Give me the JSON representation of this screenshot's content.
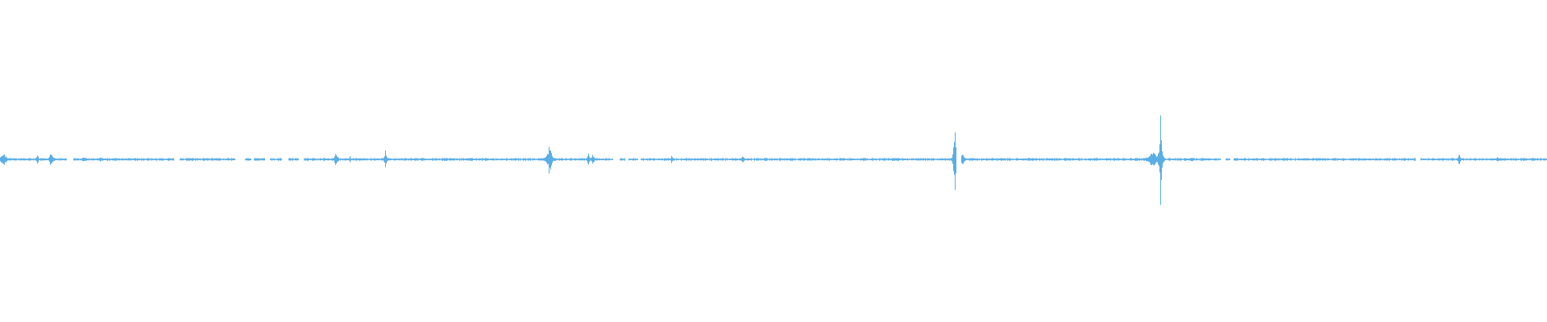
{
  "waveform": {
    "color": "#5aaee6",
    "background": "#ffffff",
    "amplitude_range": [
      -1,
      1
    ],
    "duration_fraction_range": [
      0,
      1
    ],
    "baseline_noise": 0.006,
    "gaps": [
      [
        0.043,
        0.047
      ],
      [
        0.112,
        0.116
      ],
      [
        0.152,
        0.158
      ],
      [
        0.162,
        0.164
      ],
      [
        0.171,
        0.174
      ],
      [
        0.182,
        0.186
      ],
      [
        0.193,
        0.196
      ],
      [
        0.396,
        0.4
      ],
      [
        0.404,
        0.406
      ],
      [
        0.412,
        0.414
      ],
      [
        0.618,
        0.621
      ],
      [
        0.789,
        0.792
      ],
      [
        0.795,
        0.797
      ],
      [
        0.915,
        0.918
      ]
    ],
    "peaks": [
      {
        "t": 0.002,
        "amp": 0.045,
        "spread": 0.006
      },
      {
        "t": 0.024,
        "amp": 0.04,
        "spread": 0.002
      },
      {
        "t": 0.033,
        "amp": 0.065,
        "spread": 0.003
      },
      {
        "t": 0.054,
        "amp": 0.02,
        "spread": 0.004
      },
      {
        "t": 0.065,
        "amp": 0.018,
        "spread": 0.004
      },
      {
        "t": 0.108,
        "amp": 0.008,
        "spread": 0.006
      },
      {
        "t": 0.217,
        "amp": 0.055,
        "spread": 0.003
      },
      {
        "t": 0.226,
        "amp": 0.025,
        "spread": 0.002
      },
      {
        "t": 0.249,
        "amp": 0.07,
        "spread": 0.002
      },
      {
        "t": 0.355,
        "amp": 0.105,
        "spread": 0.004
      },
      {
        "t": 0.38,
        "amp": 0.06,
        "spread": 0.002
      },
      {
        "t": 0.383,
        "amp": 0.05,
        "spread": 0.002
      },
      {
        "t": 0.434,
        "amp": 0.03,
        "spread": 0.002
      },
      {
        "t": 0.48,
        "amp": 0.035,
        "spread": 0.002
      },
      {
        "t": 0.495,
        "amp": 0.012,
        "spread": 0.005
      },
      {
        "t": 0.578,
        "amp": 0.012,
        "spread": 0.01
      },
      {
        "t": 0.617,
        "amp": 0.29,
        "spread": 0.002
      },
      {
        "t": 0.622,
        "amp": 0.04,
        "spread": 0.004
      },
      {
        "t": 0.75,
        "amp": 0.36,
        "spread": 0.002
      },
      {
        "t": 0.745,
        "amp": 0.06,
        "spread": 0.008
      },
      {
        "t": 0.77,
        "amp": 0.02,
        "spread": 0.004
      },
      {
        "t": 0.83,
        "amp": 0.012,
        "spread": 0.004
      },
      {
        "t": 0.943,
        "amp": 0.045,
        "spread": 0.002
      },
      {
        "t": 0.968,
        "amp": 0.02,
        "spread": 0.003
      }
    ]
  }
}
